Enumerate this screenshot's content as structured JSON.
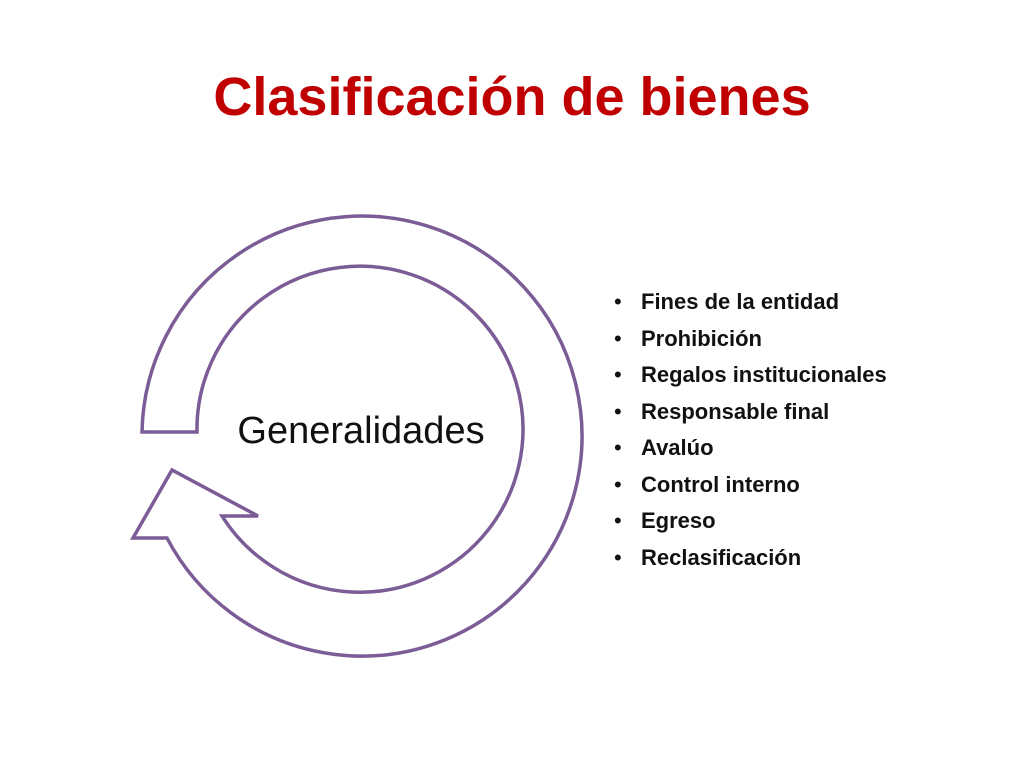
{
  "slide": {
    "title": "Clasificación de bienes",
    "center_label": "Generalidades",
    "bullet_symbol": "•",
    "items": [
      "Fines de la entidad",
      "Prohibición",
      "Regalos institucionales",
      "Responsable final",
      "Avalúo",
      "Control interno",
      "Egreso",
      "Reclasificación"
    ]
  },
  "colors": {
    "title": "#c00000",
    "arrow_stroke": "#7b5c96",
    "arrow_fill": "#ffffff",
    "text": "#111111"
  },
  "icons": {
    "cycle": "circular-arrow-icon"
  }
}
